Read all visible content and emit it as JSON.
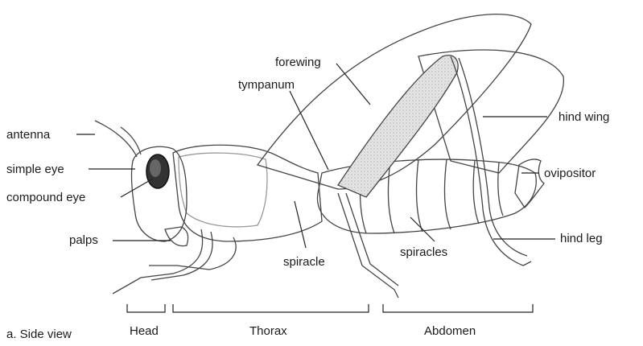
{
  "labels": {
    "antenna": "antenna",
    "simple_eye": "simple eye",
    "compound_eye": "compound eye",
    "palps": "palps",
    "forewing": "forewing",
    "tympanum": "tympanum",
    "hind_wing": "hind wing",
    "ovipositor": "ovipositor",
    "hind_leg": "hind leg",
    "spiracle": "spiracle",
    "spiracles": "spiracles"
  },
  "segments": {
    "head": "Head",
    "thorax": "Thorax",
    "abdomen": "Abdomen"
  },
  "caption": "a. Side view"
}
